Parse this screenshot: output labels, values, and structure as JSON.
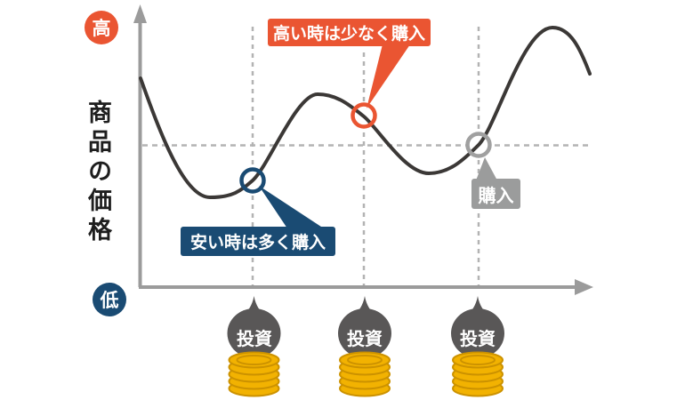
{
  "axis": {
    "y_label": "商品の価格",
    "high_label": "高",
    "low_label": "低"
  },
  "annotations": {
    "buy_high": {
      "text": "高い時は少なく購入",
      "color": "#ea5532"
    },
    "buy_low": {
      "text": "安い時は多く購入",
      "color": "#1a4b73"
    },
    "purchase": {
      "text": "購入",
      "color": "#9b9c9c"
    }
  },
  "investments": [
    {
      "label": "投資"
    },
    {
      "label": "投資"
    },
    {
      "label": "投資"
    }
  ],
  "colors": {
    "curve": "#3b3836",
    "axis": "#9b9b9b",
    "dashed_line": "#b3b3b3",
    "balloon": "#595757",
    "coin_fill": "#f2b201",
    "coin_outline": "#cc9200",
    "high_badge": "#ea5532",
    "low_badge": "#1a4b73",
    "purchase_ring_gray": "#a0a0a0"
  },
  "chart_data": {
    "type": "line",
    "title": "",
    "xlabel": "",
    "ylabel": "商品の価格",
    "y_axis_qualitative": [
      "低",
      "高"
    ],
    "grid": "dashed reference lines at each purchase time and at the average price level",
    "purchase_points": [
      {
        "order": 1,
        "price_level": "low",
        "marker_color": "#1a4b73",
        "note": "安い時は多く購入"
      },
      {
        "order": 2,
        "price_level": "high",
        "marker_color": "#ea5532",
        "note": "高い時は少なく購入"
      },
      {
        "order": 3,
        "price_level": "average",
        "marker_color": "#a0a0a0",
        "note": "購入"
      }
    ],
    "series_shape": "price wave: starts high, dips to low (1st buy), rises to local peak, falls through 2nd buy, dips, rises through 3rd buy at average level, peaks highest, then declines"
  }
}
